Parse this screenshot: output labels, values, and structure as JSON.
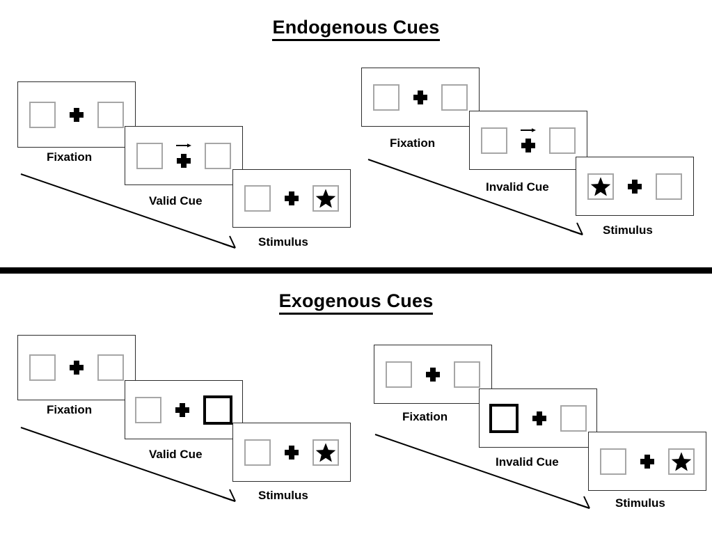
{
  "figure": {
    "title_semantics": "attention-cueing-paradigm",
    "background_color": "#ffffff",
    "ink_color": "#000000",
    "box_border_color": "#a6a6a6",
    "cued_box_border_color": "#000000",
    "panel_border_color": "#2b2b2b"
  },
  "sections": [
    {
      "id": "endogenous",
      "title": "Endogenous Cues",
      "cue_type": "central-arrow",
      "sequences": [
        {
          "id": "endogenous-valid",
          "validity": "valid",
          "steps": [
            {
              "label": "Fixation",
              "left_box": {
                "cued": false,
                "star": false
              },
              "right_box": {
                "cued": false,
                "star": false
              },
              "arrow_cue": "none"
            },
            {
              "label": "Valid Cue",
              "left_box": {
                "cued": false,
                "star": false
              },
              "right_box": {
                "cued": false,
                "star": false
              },
              "arrow_cue": "right"
            },
            {
              "label": "Stimulus",
              "left_box": {
                "cued": false,
                "star": false
              },
              "right_box": {
                "cued": false,
                "star": true
              },
              "arrow_cue": "none"
            }
          ]
        },
        {
          "id": "endogenous-invalid",
          "validity": "invalid",
          "steps": [
            {
              "label": "Fixation",
              "left_box": {
                "cued": false,
                "star": false
              },
              "right_box": {
                "cued": false,
                "star": false
              },
              "arrow_cue": "none"
            },
            {
              "label": "Invalid Cue",
              "left_box": {
                "cued": false,
                "star": false
              },
              "right_box": {
                "cued": false,
                "star": false
              },
              "arrow_cue": "right"
            },
            {
              "label": "Stimulus",
              "left_box": {
                "cued": false,
                "star": true
              },
              "right_box": {
                "cued": false,
                "star": false
              },
              "arrow_cue": "none"
            }
          ]
        }
      ]
    },
    {
      "id": "exogenous",
      "title": "Exogenous Cues",
      "cue_type": "peripheral-box-flash",
      "sequences": [
        {
          "id": "exogenous-valid",
          "validity": "valid",
          "steps": [
            {
              "label": "Fixation",
              "left_box": {
                "cued": false,
                "star": false
              },
              "right_box": {
                "cued": false,
                "star": false
              },
              "arrow_cue": "none"
            },
            {
              "label": "Valid Cue",
              "left_box": {
                "cued": false,
                "star": false
              },
              "right_box": {
                "cued": true,
                "star": false
              },
              "arrow_cue": "none"
            },
            {
              "label": "Stimulus",
              "left_box": {
                "cued": false,
                "star": false
              },
              "right_box": {
                "cued": false,
                "star": true
              },
              "arrow_cue": "none"
            }
          ]
        },
        {
          "id": "exogenous-invalid",
          "validity": "invalid",
          "steps": [
            {
              "label": "Fixation",
              "left_box": {
                "cued": false,
                "star": false
              },
              "right_box": {
                "cued": false,
                "star": false
              },
              "arrow_cue": "none"
            },
            {
              "label": "Invalid Cue",
              "left_box": {
                "cued": true,
                "star": false
              },
              "right_box": {
                "cued": false,
                "star": false
              },
              "arrow_cue": "none"
            },
            {
              "label": "Stimulus",
              "left_box": {
                "cued": false,
                "star": false
              },
              "right_box": {
                "cued": false,
                "star": true
              },
              "arrow_cue": "none"
            }
          ]
        }
      ]
    }
  ],
  "labels": {
    "fixation": "Fixation",
    "valid_cue": "Valid Cue",
    "invalid_cue": "Invalid Cue",
    "stimulus": "Stimulus"
  },
  "icons": {
    "fixation_cross": "fixation-cross-icon",
    "star": "star-icon",
    "arrow_cue": "arrow-right-cue-icon",
    "flow_arrow": "time-flow-arrow-icon"
  }
}
